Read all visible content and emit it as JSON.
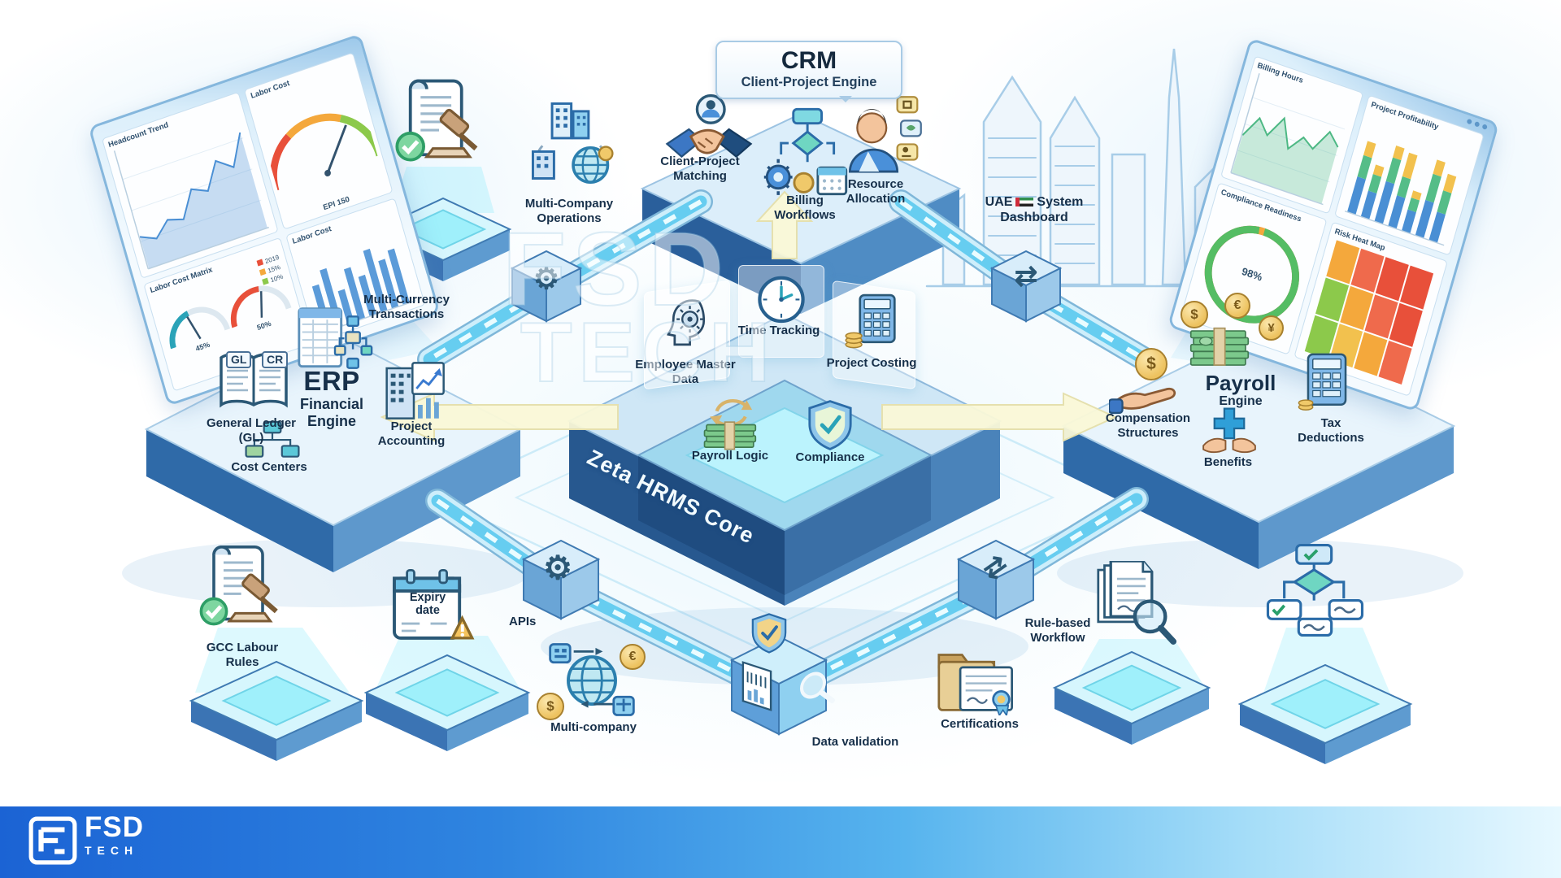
{
  "brand": {
    "name": "FSD",
    "sub": "TECH"
  },
  "watermark": {
    "line1": "FSD",
    "line2": "TECH"
  },
  "icons": {
    "gear": "⚙",
    "sync": "⇄"
  },
  "crm": {
    "title": "CRM",
    "subtitle": "Client-Project Engine",
    "modules": [
      {
        "label": "Client-Project Matching",
        "icon": "handshake-icon"
      },
      {
        "label": "Billing Workflows",
        "icon": "billing-flow-icon"
      },
      {
        "label": "Resource Allocation",
        "icon": "resource-person-icon"
      }
    ]
  },
  "erp": {
    "title": "ERP",
    "subtitle": "Financial Engine",
    "ledger_left": "GL",
    "ledger_right": "CR",
    "modules": [
      {
        "label": "General Ledger (GL)",
        "icon": "ledger-book-icon"
      },
      {
        "label": "Cost Centers",
        "icon": "org-chart-icon"
      },
      {
        "label": "Project Accounting",
        "icon": "building-chart-icon"
      }
    ]
  },
  "payroll": {
    "title": "Payroll",
    "subtitle": "Engine",
    "currencies": [
      "$",
      "€",
      "¥"
    ],
    "modules": [
      {
        "label": "Compensation Structures",
        "icon": "hand-coin-icon"
      },
      {
        "label": "Benefits",
        "icon": "hands-cross-icon"
      },
      {
        "label": "Tax Deductions",
        "icon": "calculator-coins-icon"
      }
    ]
  },
  "core": {
    "name": "Zeta HRMS Core",
    "modules": [
      {
        "label": "Employee Master Data",
        "icon": "head-gear-icon"
      },
      {
        "label": "Time Tracking",
        "icon": "clock-icon"
      },
      {
        "label": "Project Costing",
        "icon": "calculator-icon"
      },
      {
        "label": "Payroll Logic",
        "icon": "money-stack-icon"
      },
      {
        "label": "Compliance",
        "icon": "shield-check-icon"
      }
    ]
  },
  "satellites": {
    "multi_company_operations": "Multi-Company Operations",
    "multi_currency_transactions": "Multi-Currency Transactions",
    "uae_prefix": "UAE",
    "uae_rest": "System Dashboard",
    "gcc_labour_rules": "GCC Labour Rules",
    "expiry_date": "Expiry date",
    "apis": "APIs",
    "multi_company": "Multi-company",
    "mc_currencies": [
      "$",
      "€"
    ],
    "data_validation": "Data validation",
    "certifications": "Certifications",
    "rule_based_workflow": "Rule-based Workflow"
  },
  "dashboards": {
    "left": {
      "panels": [
        {
          "title": "Headcount Trend",
          "type": "area",
          "color": "#4a8fd4",
          "values": [
            28,
            22,
            34,
            30,
            52,
            46,
            68,
            58,
            84
          ]
        },
        {
          "title": "Labor Cost",
          "type": "gauge",
          "value": "150",
          "sub": "EPI 150"
        },
        {
          "title": "Labor Cost",
          "type": "bars",
          "color": "#5b9bd9",
          "values": [
            55,
            70,
            40,
            62,
            48,
            75,
            58,
            66
          ]
        },
        {
          "title": "Labor Cost Matrix",
          "type": "gauges",
          "values": [
            "45%",
            "50%"
          ],
          "legend": [
            {
              "label": "2019",
              "color": "#e8503a"
            },
            {
              "label": "15%",
              "color": "#f4a83c"
            },
            {
              "label": "10%",
              "color": "#8cc94b"
            }
          ]
        }
      ]
    },
    "right": {
      "panels": [
        {
          "title": "Billing Hours",
          "type": "area",
          "color": "#4db884",
          "values": [
            40,
            62,
            48,
            70,
            42,
            58,
            50,
            72,
            60
          ]
        },
        {
          "title": "Project Profitability",
          "type": "stacked",
          "colors": [
            "#4a8fd4",
            "#55bd88",
            "#f2c14e"
          ],
          "stacks": [
            [
              30,
              18,
              12
            ],
            [
              22,
              14,
              8
            ],
            [
              34,
              20,
              10
            ],
            [
              26,
              16,
              20
            ],
            [
              18,
              10,
              6
            ],
            [
              30,
              22,
              12
            ],
            [
              24,
              18,
              14
            ]
          ]
        },
        {
          "title": "Compliance Readiness",
          "type": "donut",
          "value": "98%",
          "percent": 98,
          "color": "#55bd64"
        },
        {
          "title": "Risk Heat Map",
          "type": "heatmap",
          "cells": [
            [
              "#f4a83c",
              "#ef6a4c",
              "#e8503a",
              "#e8503a"
            ],
            [
              "#8cc94b",
              "#f4a83c",
              "#ef6a4c",
              "#e8503a"
            ],
            [
              "#8cc94b",
              "#f2c14e",
              "#f4a83c",
              "#ef6a4c"
            ]
          ]
        }
      ]
    }
  }
}
